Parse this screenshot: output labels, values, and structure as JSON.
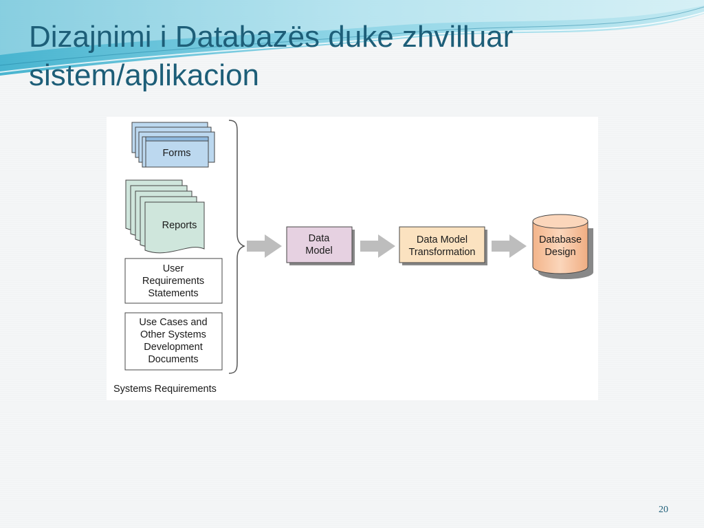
{
  "slide": {
    "title_line1": "Dizajnimi i Databazës duke zhvilluar",
    "title_line2": "sistem/aplikacion",
    "page_number": "20"
  },
  "diagram": {
    "inputs": {
      "forms": "Forms",
      "reports": "Reports",
      "user_requirements": [
        "User",
        "Requirements",
        "Statements"
      ],
      "use_cases": [
        "Use Cases and",
        "Other Systems",
        "Development",
        "Documents"
      ]
    },
    "group_label": "Systems Requirements",
    "data_model": [
      "Data",
      "Model"
    ],
    "transformation": [
      "Data Model",
      "Transformation"
    ],
    "database_design": [
      "Database",
      "Design"
    ]
  },
  "colors": {
    "title": "#1d5e78",
    "forms_fill": "#bcd8ef",
    "reports_fill": "#cfe6dc",
    "data_model_fill": "#e6d1e1",
    "transformation_fill": "#fbe2c0",
    "database_fill": "#f8c8a2",
    "arrow": "#bdbdbd"
  }
}
